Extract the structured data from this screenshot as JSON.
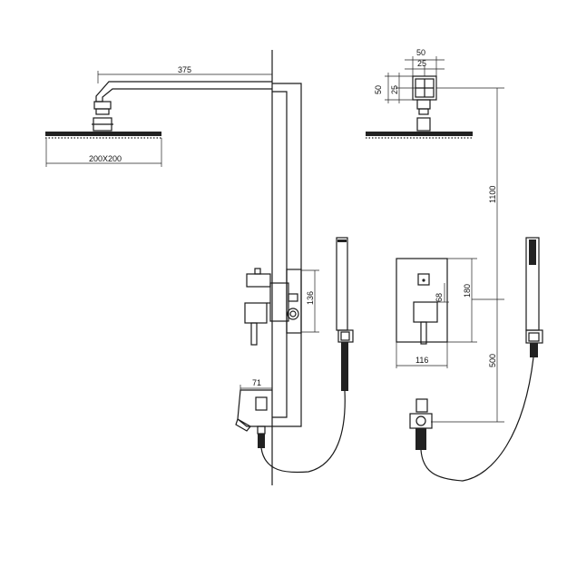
{
  "dimensions": {
    "arm_length": "375",
    "head_size": "200X200",
    "mixer_height": "136",
    "spout_length": "71",
    "block_width": "50",
    "block_half_width": "25",
    "block_height": "50",
    "block_half_height": "25",
    "riser_height": "1100",
    "plate_height": "180",
    "handle_offset": "68",
    "plate_width": "116",
    "lower_height": "500"
  }
}
